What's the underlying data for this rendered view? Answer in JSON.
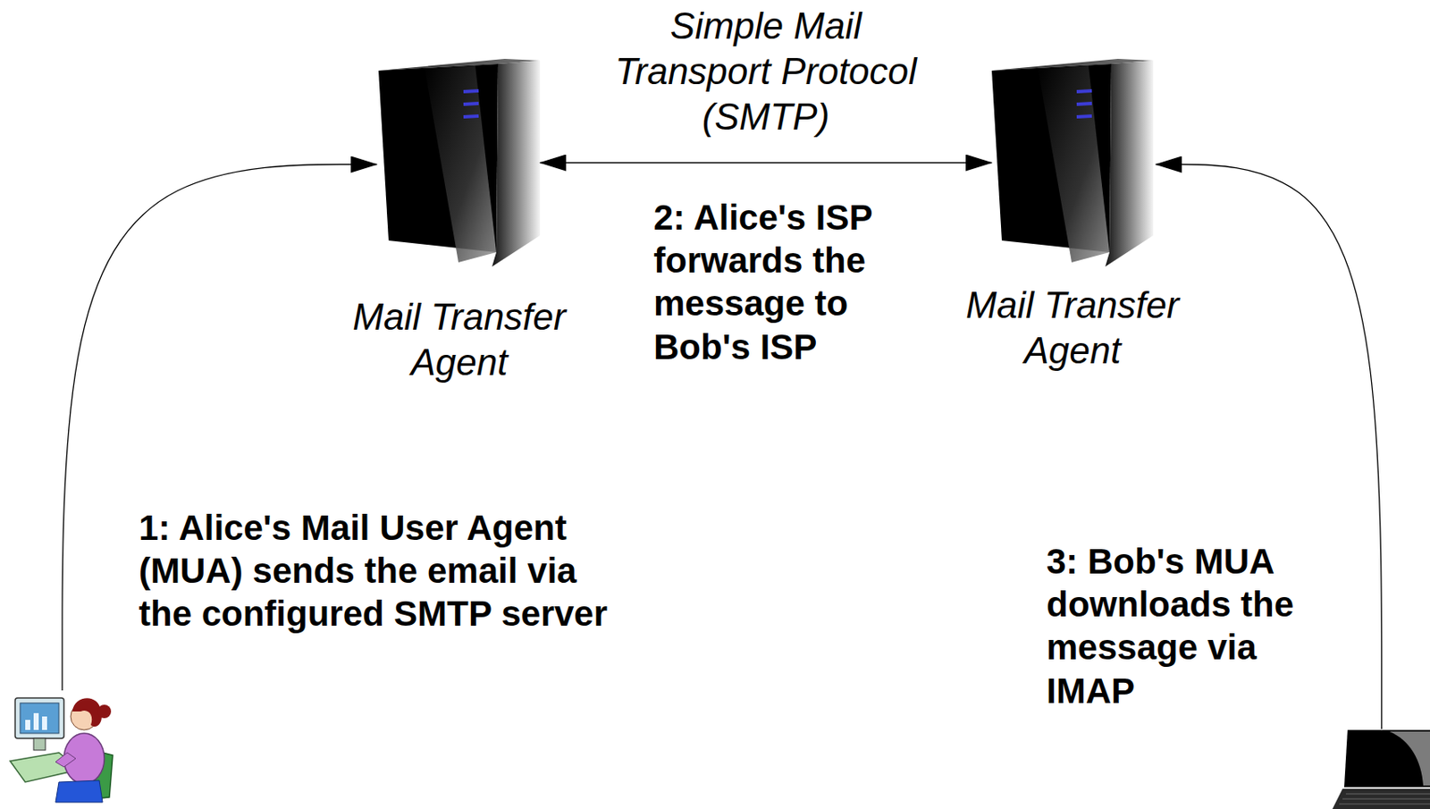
{
  "diagram": {
    "nodes": [
      {
        "text": [
          "Mail Transfer Agent"
        ]
      },
      {
        "text": [
          "Mail Transfer Agent"
        ]
      },
      {
        "text": [
          "1: Alice's Mail User Agent (MUA) sends the email via the configured SMTP server"
        ]
      },
      {
        "text": [
          "3: Bob's MUA downloads the message via IMAP"
        ]
      }
    ],
    "edges": [
      {
        "from": 2,
        "to": 0,
        "arrow": "to"
      },
      {
        "from": 0,
        "to": 1,
        "arrow": "both",
        "label": "Simple Mail Transport Protocol (SMTP)"
      },
      {
        "from": 3,
        "to": 1,
        "arrow": "to"
      }
    ],
    "labels": [
      "2: Alice's ISP forwards the message to Bob's ISP"
    ]
  }
}
